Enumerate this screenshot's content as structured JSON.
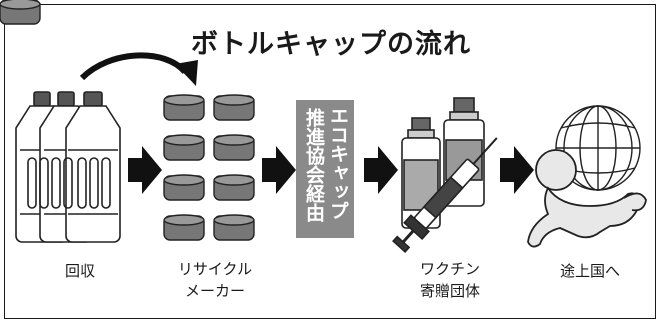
{
  "title": "ボトルキャップの流れ",
  "badge": {
    "right_col": "エコキャップ",
    "left_col": "推進協会経由"
  },
  "labels": {
    "collection": "回収",
    "recycle_line1": "リサイクル",
    "recycle_line2": "メーカー",
    "vaccine_line1": "ワクチン",
    "vaccine_line2": "寄贈団体",
    "developing": "途上国へ"
  }
}
